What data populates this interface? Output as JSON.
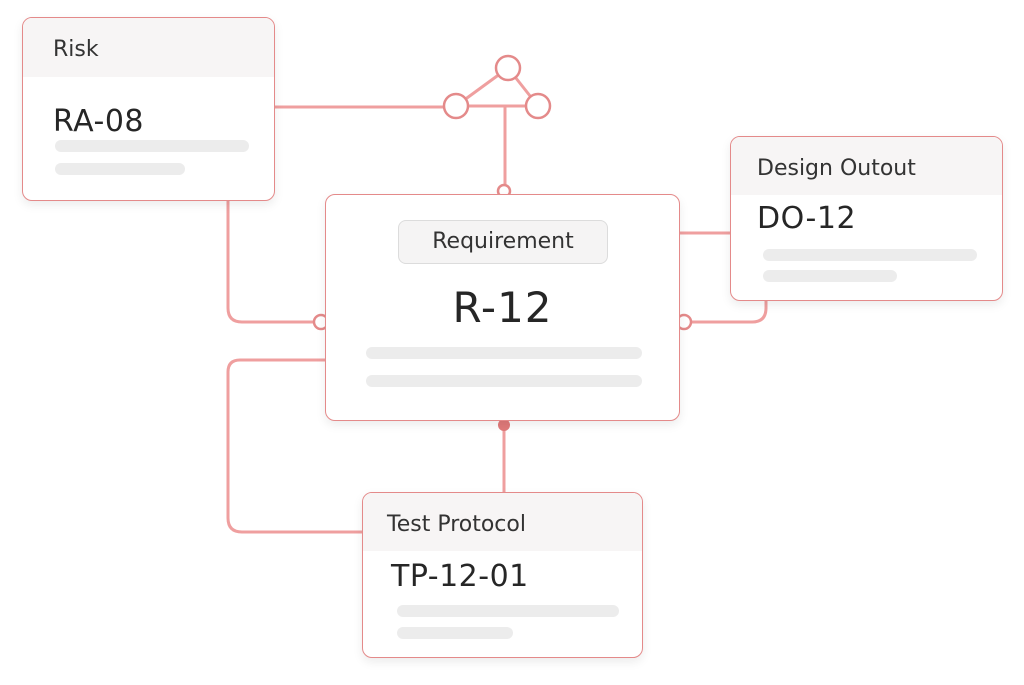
{
  "nodes": {
    "risk": {
      "type_label": "Risk",
      "id": "RA-08"
    },
    "requirement": {
      "type_label": "Requirement",
      "id": "R-12"
    },
    "design_output": {
      "type_label": "Design Outout",
      "id": "DO-12"
    },
    "test_protocol": {
      "type_label": "Test Protocol",
      "id": "TP-12-01"
    }
  },
  "edges": [
    {
      "from": "risk",
      "to": "requirement",
      "via": "hub-network-icon"
    },
    {
      "from": "risk",
      "to": "requirement"
    },
    {
      "from": "design_output",
      "to": "requirement"
    },
    {
      "from": "requirement",
      "to": "test_protocol"
    },
    {
      "from": "requirement",
      "to": "test_protocol"
    }
  ],
  "colors": {
    "border": "#e48a8a",
    "connector": "#ef9f9f",
    "connector_dark": "#e07a7a",
    "header_bg": "#f7f5f5",
    "placeholder": "#ececec"
  }
}
